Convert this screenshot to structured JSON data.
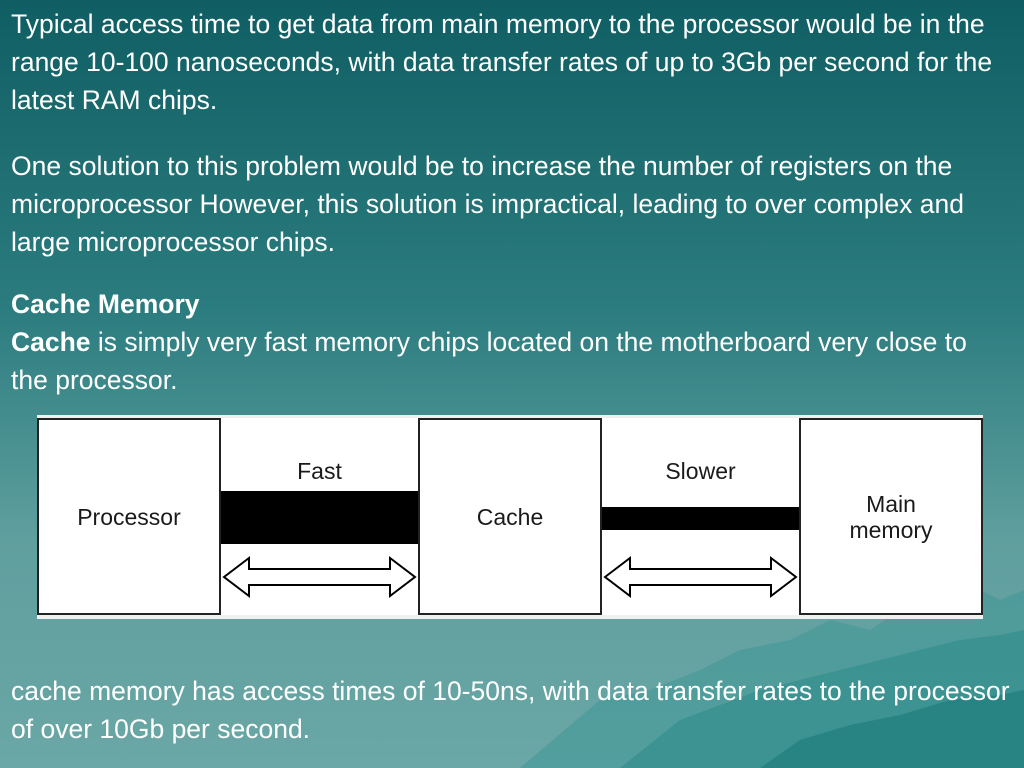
{
  "slide": {
    "para1": "Typical access time to get data from main memory to the processor would be in the range 10-100 nanoseconds, with data transfer rates of up to 3Gb per second for the latest RAM chips.",
    "para2": "One solution to this problem would be to increase the number of registers on the microprocessor However, this solution is impractical, leading to over complex and large microprocessor chips.",
    "heading": "Cache Memory",
    "definition_term": "Cache",
    "definition_rest": " is simply very fast memory chips located on the motherboard very close to the processor.",
    "closing": "cache memory has access times of 10-50ns, with data transfer rates to the processor of over 10Gb per second."
  },
  "diagram": {
    "processor": "Processor",
    "fast": "Fast",
    "cache": "Cache",
    "slower": "Slower",
    "main_memory_line1": "Main",
    "main_memory_line2": "memory"
  },
  "colors": {
    "background_top": "#0f5e63",
    "background_bottom": "#6aa7a6",
    "text": "#ffffff",
    "bus": "#000000"
  }
}
